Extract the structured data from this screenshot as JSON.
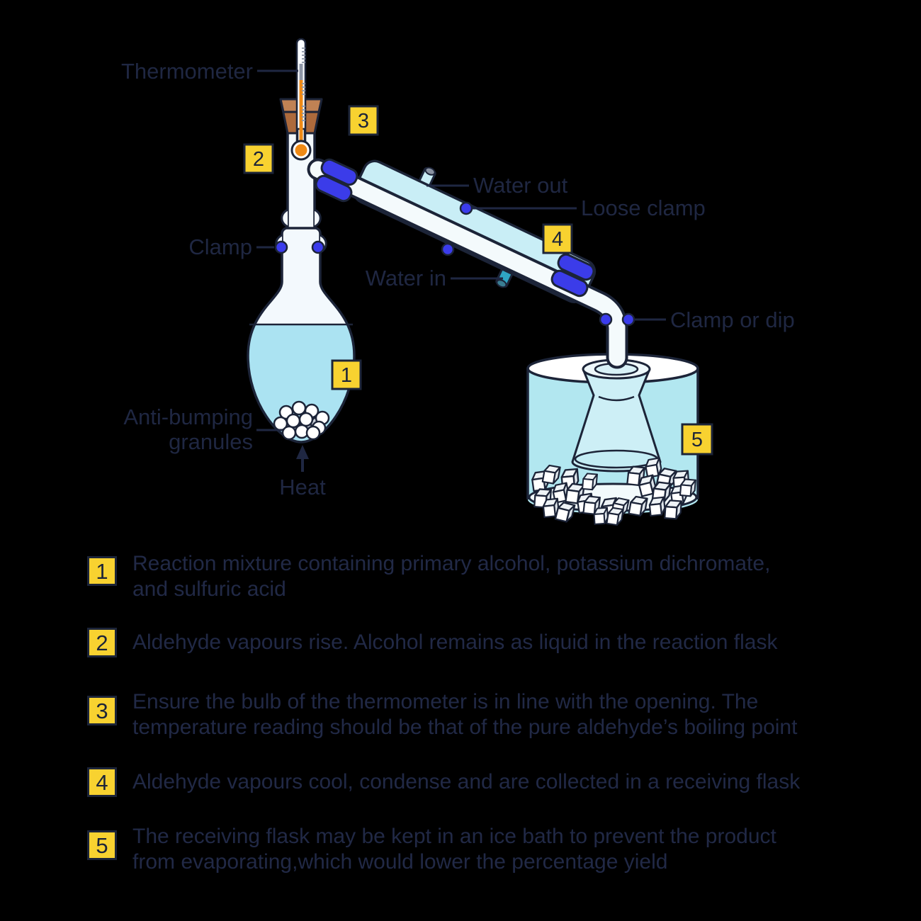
{
  "diagram": {
    "labels": {
      "thermometer": "Thermometer",
      "clamp": "Clamp",
      "water_out": "Water out",
      "loose_clamp": "Loose clamp",
      "water_in": "Water in",
      "clamp_or_dip": "Clamp or dip",
      "anti_bumping_line1": "Anti-bumping",
      "anti_bumping_line2": "granules",
      "heat": "Heat"
    },
    "badges": {
      "b1": "1",
      "b2": "2",
      "b3": "3",
      "b4": "4",
      "b5": "5"
    }
  },
  "legend": {
    "items": [
      {
        "num": "1",
        "lines": [
          "Reaction mixture containing primary alcohol, potassium dichromate,",
          "and sulfuric acid"
        ]
      },
      {
        "num": "2",
        "lines": [
          "Aldehyde vapours rise. Alcohol remains as liquid in the reaction flask"
        ]
      },
      {
        "num": "3",
        "lines": [
          "Ensure the bulb of the thermometer is in line with the opening. The",
          "temperature reading should be that of the pure aldehyde’s boiling point"
        ]
      },
      {
        "num": "4",
        "lines": [
          "Aldehyde vapours cool, condense and are collected in a receiving flask"
        ]
      },
      {
        "num": "5",
        "lines": [
          "The receiving flask may be kept in an ice bath to prevent the product",
          "from evaporating,which would lower the percentage yield"
        ]
      }
    ]
  },
  "colors": {
    "background": "#000000",
    "outline": "#1C2438",
    "label_text": "#1F2742",
    "badge_yellow": "#F8D230",
    "clamp_blue": "#3B3CE9",
    "water_cyan": "#B2E7F0",
    "condenser_teal": "#1B9CC2",
    "cork_brown": "#AD6A3C",
    "thermometer_orange": "#EF8A16"
  }
}
